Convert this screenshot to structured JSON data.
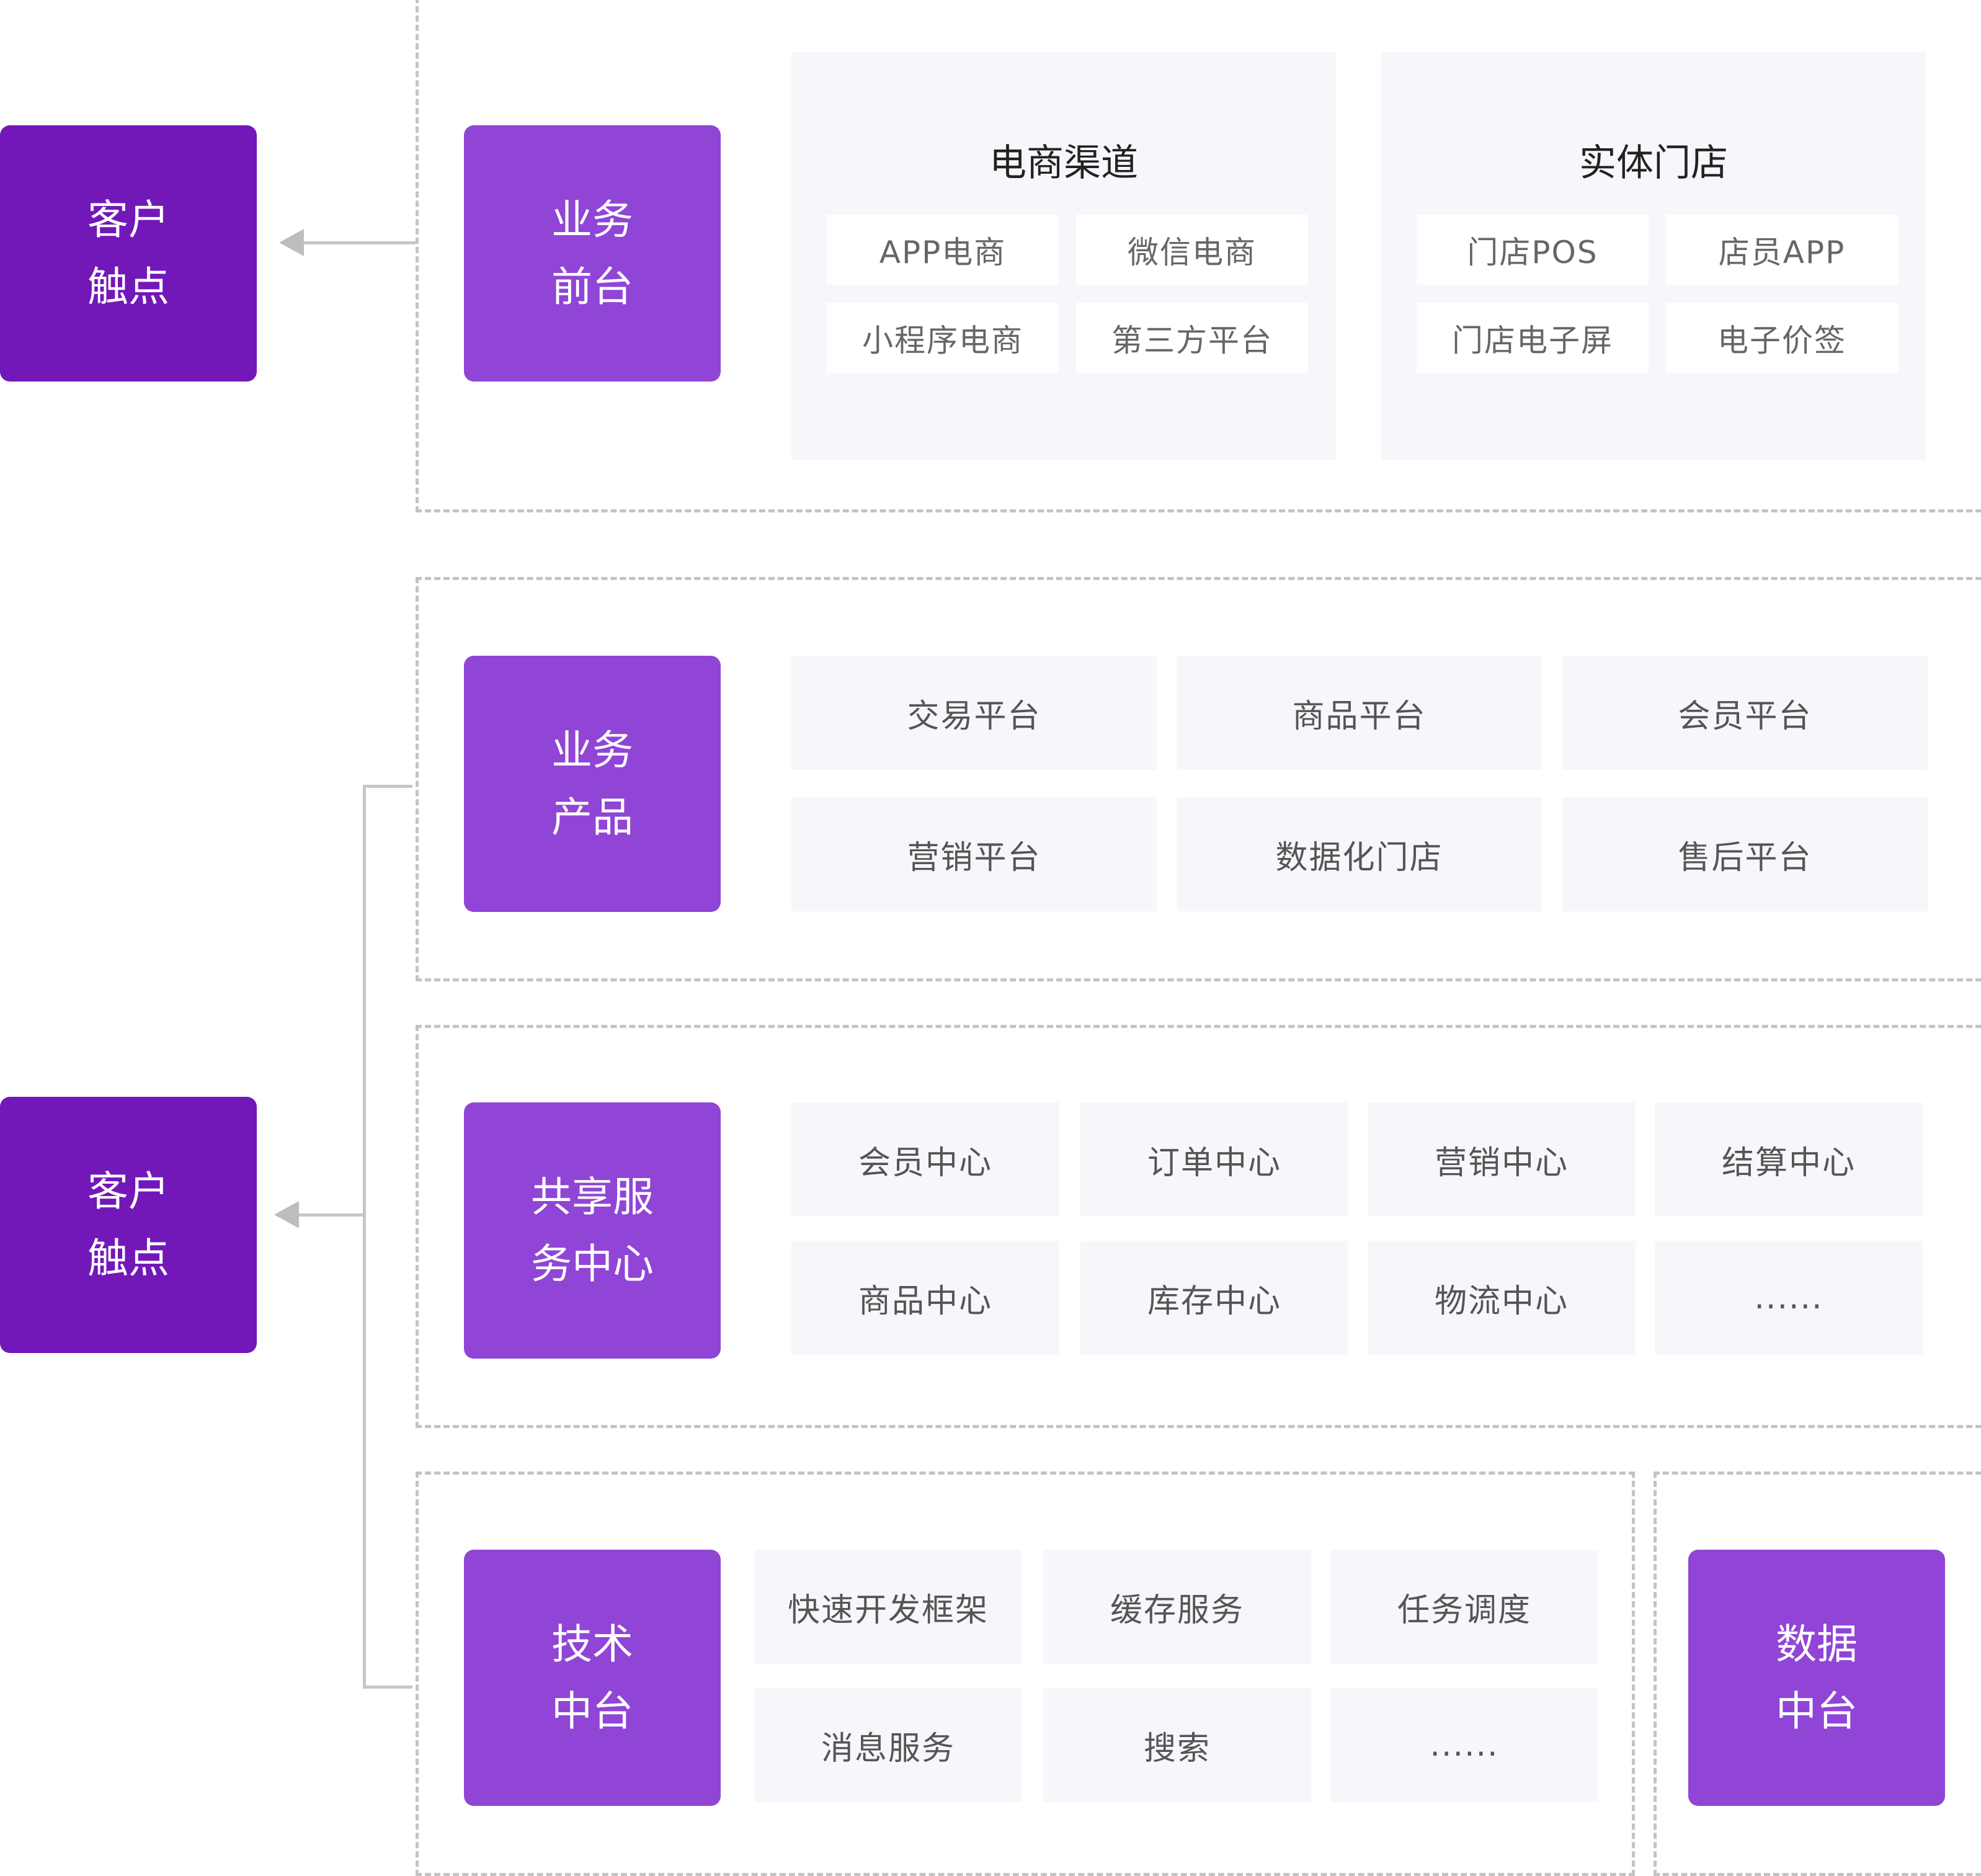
{
  "customer_touch": {
    "top_label": "客户\n触点",
    "bottom_label": "客户\n触点"
  },
  "layers": {
    "frontend": {
      "label": "业务\n前台",
      "groups": [
        {
          "title": "电商渠道",
          "items": [
            "APP电商",
            "微信电商",
            "小程序电商",
            "第三方平台"
          ]
        },
        {
          "title": "实体门店",
          "items": [
            "门店POS",
            "店员APP",
            "门店电子屏",
            "电子价签"
          ]
        }
      ]
    },
    "products": {
      "label": "业务\n产品",
      "items": [
        "交易平台",
        "商品平台",
        "会员平台",
        "营销平台",
        "数据化门店",
        "售后平台"
      ]
    },
    "shared": {
      "label": "共享服\n务中心",
      "items": [
        "会员中心",
        "订单中心",
        "营销中心",
        "结算中心",
        "商品中心",
        "库存中心",
        "物流中心",
        "......"
      ]
    },
    "tech": {
      "label": "技术\n中台",
      "items": [
        "快速开发框架",
        "缓存服务",
        "任务调度",
        "消息服务",
        "搜索",
        "......"
      ]
    },
    "data": {
      "label": "数据\n中台"
    }
  },
  "colors": {
    "customer_box": "#7218b9",
    "layer_box": "#9045d6",
    "cell_bg": "#f6f7fb",
    "dashed_border": "#c4c4c4"
  }
}
